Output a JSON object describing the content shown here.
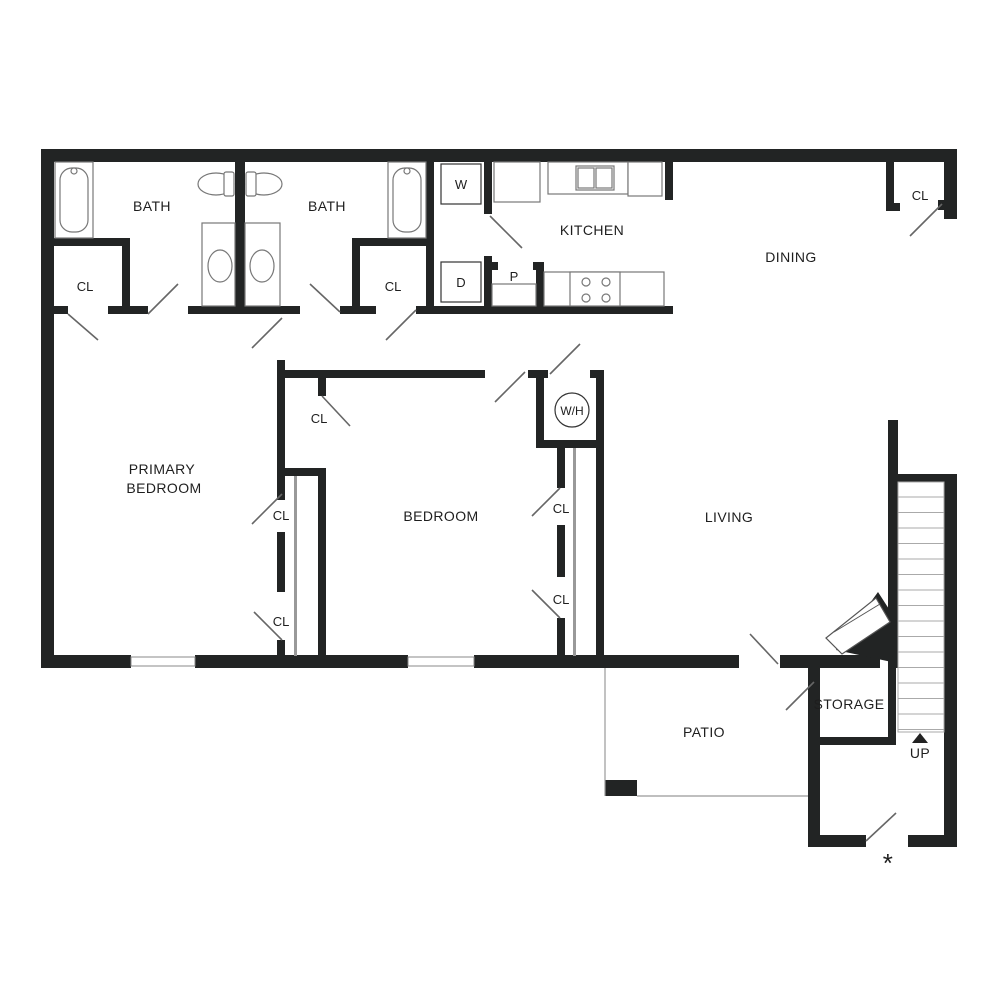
{
  "rooms": {
    "bath_left": "BATH",
    "bath_right": "BATH",
    "kitchen": "KITCHEN",
    "dining": "DINING",
    "primary_bedroom": "PRIMARY BEDROOM",
    "bedroom": "BEDROOM",
    "living": "LIVING",
    "patio": "PATIO",
    "storage": "STORAGE",
    "up": "UP",
    "entry_mark": "*"
  },
  "closets": {
    "cl_bath_left": "CL",
    "cl_bath_right": "CL",
    "cl_dining": "CL",
    "cl_hall": "CL",
    "cl_primary_upper": "CL",
    "cl_primary_lower": "CL",
    "cl_bedroom_upper": "CL",
    "cl_bedroom_lower": "CL"
  },
  "appliances": {
    "washer": "W",
    "dryer": "D",
    "pantry": "P",
    "water_heater": "W/H"
  }
}
